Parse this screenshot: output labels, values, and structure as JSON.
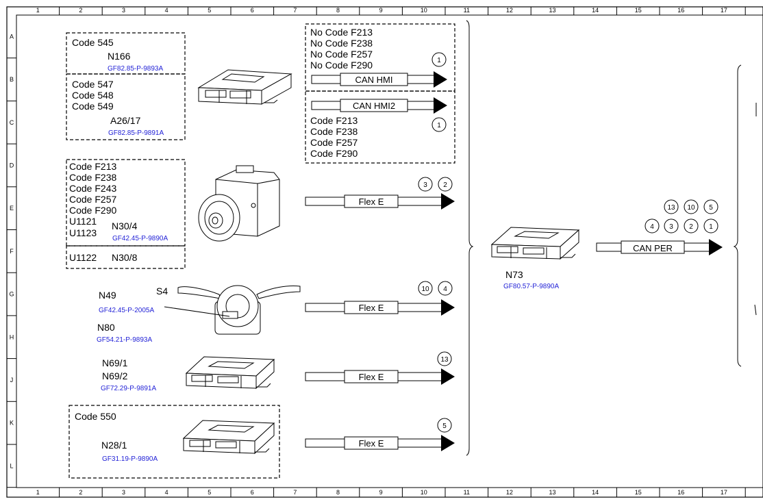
{
  "grid": {
    "columns": [
      "1",
      "2",
      "3",
      "4",
      "5",
      "6",
      "7",
      "8",
      "9",
      "10",
      "11",
      "12",
      "13",
      "14",
      "15",
      "16",
      "17"
    ],
    "rows": [
      "A",
      "B",
      "C",
      "D",
      "E",
      "F",
      "G",
      "H",
      "J",
      "K",
      "L"
    ]
  },
  "groups": {
    "g545": {
      "code": "Code 545",
      "component": "N166",
      "ref": "GF82.85-P-9893A"
    },
    "g547": {
      "codes": [
        "Code 547",
        "Code 548",
        "Code 549"
      ],
      "component": "A26/17",
      "ref": "GF82.85-P-9891A"
    },
    "gN30": {
      "codes": [
        "Code F213",
        "Code F238",
        "Code F243",
        "Code F257",
        "Code F290",
        "U1121",
        "U1123"
      ],
      "component": "N30/4",
      "ref": "GF42.45-P-9890A"
    },
    "gU1122": {
      "code": "U1122",
      "component": "N30/8"
    },
    "gSteer": {
      "n49": "N49",
      "s4": "S4",
      "ref1": "GF42.45-P-2005A",
      "n80": "N80",
      "ref2": "GF54.21-P-9893A"
    },
    "gN69": {
      "c1": "N69/1",
      "c2": "N69/2",
      "ref": "GF72.29-P-9891A"
    },
    "g550": {
      "code": "Code 550",
      "component": "N28/1",
      "ref": "GF31.19-P-9890A"
    }
  },
  "hmi_box": {
    "no_codes": [
      "No Code F213",
      "No Code F238",
      "No Code F257",
      "No Code F290"
    ],
    "codes": [
      "Code F213",
      "Code F238",
      "Code F257",
      "Code F290"
    ]
  },
  "buses": {
    "can_hmi": "CAN HMI",
    "can_hmi2": "CAN HMI2",
    "flex1": "Flex E",
    "flex2": "Flex E",
    "flex3": "Flex E",
    "flex4": "Flex E",
    "can_per": "CAN PER"
  },
  "connectors": {
    "hmi": [
      "1"
    ],
    "hmi2": [
      "1"
    ],
    "flex1": [
      "3",
      "2"
    ],
    "flex2": [
      "10",
      "4"
    ],
    "flex3": [
      "13"
    ],
    "flex4": [
      "5"
    ],
    "per_top": [
      "13",
      "10",
      "5"
    ],
    "per_bottom": [
      "4",
      "3",
      "2",
      "1"
    ]
  },
  "n73": {
    "component": "N73",
    "ref": "GF80.57-P-9890A"
  }
}
